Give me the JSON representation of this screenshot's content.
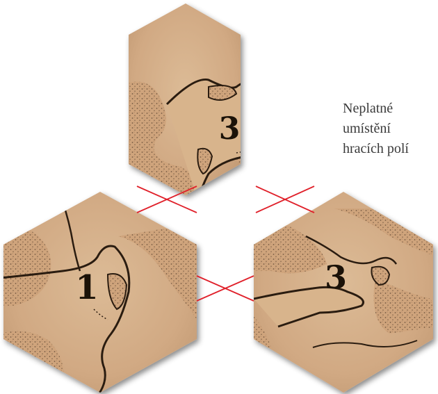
{
  "caption": {
    "lines": [
      "Neplatné",
      "umístění",
      "hracích polí"
    ]
  },
  "tiles": [
    {
      "id": "top",
      "number": "3"
    },
    {
      "id": "left",
      "number": "1"
    },
    {
      "id": "right",
      "number": "3"
    }
  ],
  "colors": {
    "parchment": "#d3ac86",
    "parchment_light": "#dbb893",
    "ink": "#2a1c10",
    "invalid_mark": "#e0202a"
  }
}
